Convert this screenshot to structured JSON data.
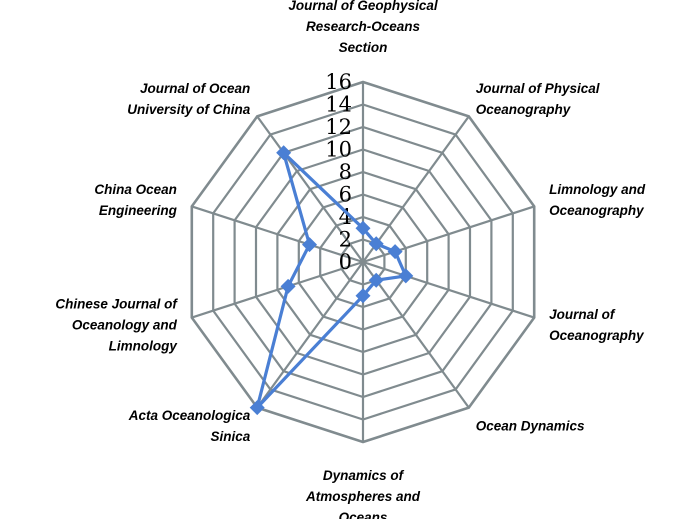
{
  "chart_data": {
    "type": "radar",
    "categories": [
      "Journal of Geophysical Research-Oceans Section",
      "Journal of Physical Oceanography",
      "Limnology and Oceanography",
      "Journal of Oceanography",
      "Ocean Dynamics",
      "Dynamics of Atmospheres and Oceans",
      "Acta Oceanologica Sinica",
      "Chinese Journal of Oceanology and Limnology",
      "China Ocean Engineering",
      "Journal of Ocean University of China"
    ],
    "category_lines": [
      [
        "Journal of Geophysical",
        "Research-Oceans",
        "Section"
      ],
      [
        "Journal of Physical",
        "Oceanography"
      ],
      [
        "Limnology and",
        "Oceanography"
      ],
      [
        "Journal of",
        "Oceanography"
      ],
      [
        "Ocean Dynamics"
      ],
      [
        "Dynamics of",
        "Atmospheres and",
        "Oceans"
      ],
      [
        "Acta Oceanologica",
        "Sinica"
      ],
      [
        "Chinese Journal of",
        "Oceanology and",
        "Limnology"
      ],
      [
        "China Ocean",
        "Engineering"
      ],
      [
        "Journal of Ocean",
        "University of China"
      ]
    ],
    "series": [
      {
        "values": [
          3,
          2,
          3,
          4,
          2,
          3,
          16,
          7,
          5,
          12
        ]
      }
    ],
    "ticks": [
      "0",
      "2",
      "4",
      "6",
      "8",
      "10",
      "12",
      "14",
      "16"
    ],
    "rlim": [
      0,
      16
    ],
    "grid": true,
    "legend": "none",
    "colors": {
      "series": "#4a7fd4",
      "grid": "#808b8f"
    }
  }
}
